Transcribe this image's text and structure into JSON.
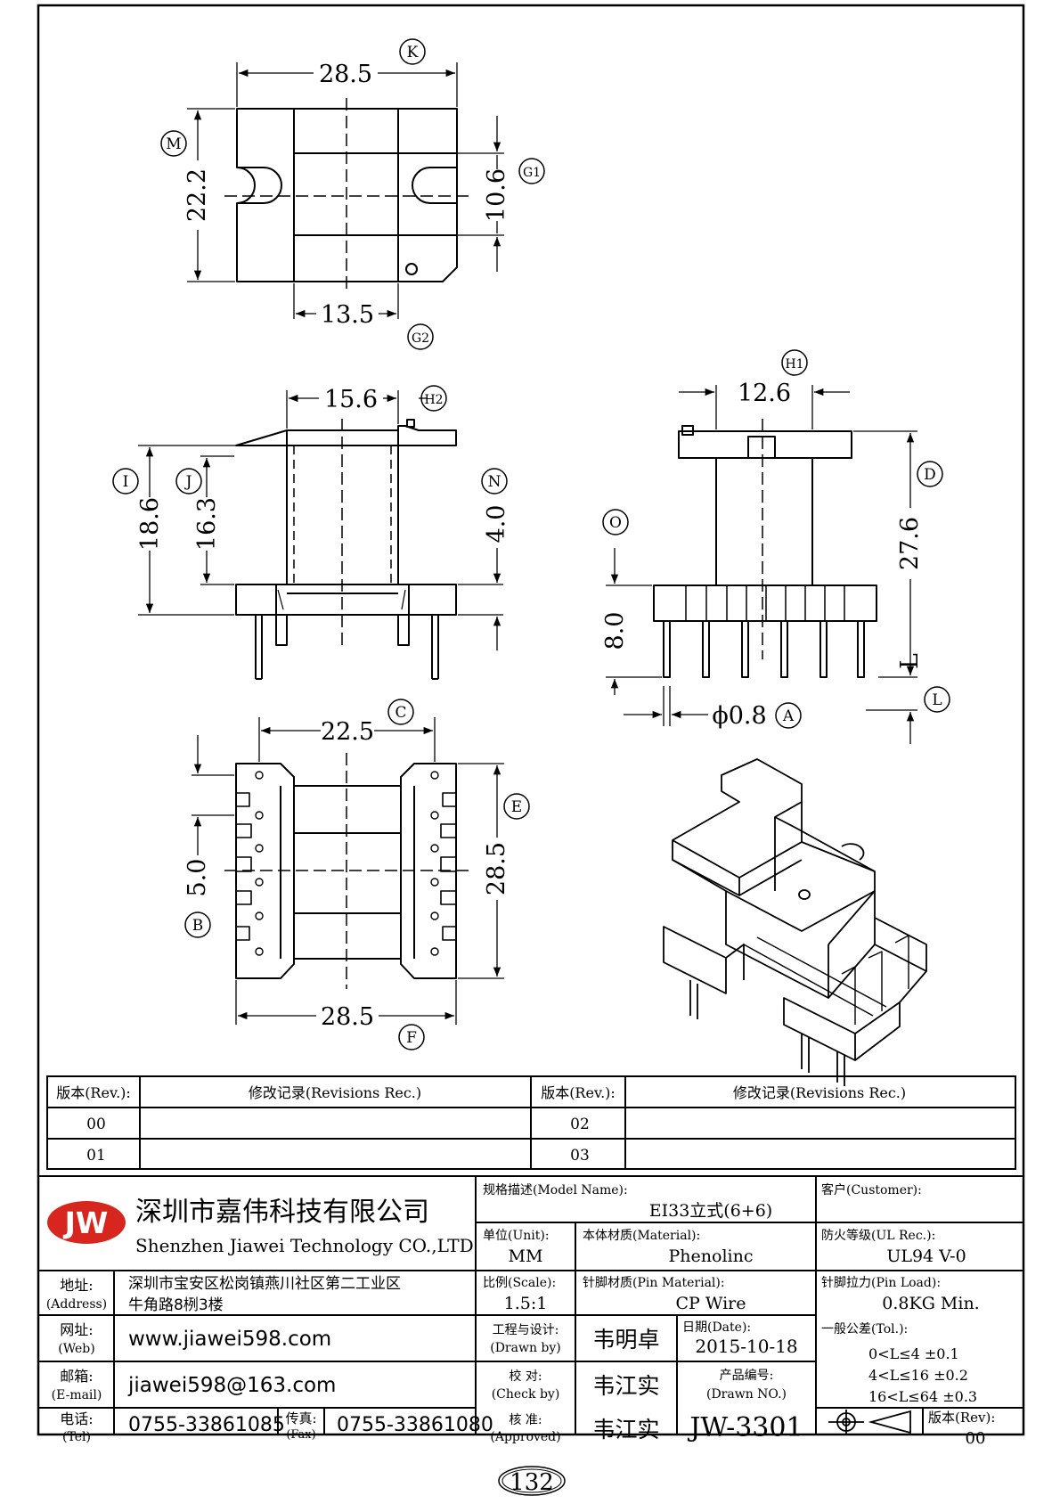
{
  "dimensions": {
    "K": "28.5",
    "M": "22.2",
    "G1": "10.6",
    "G2": "13.5",
    "H2": "15.6",
    "I": "18.6",
    "J": "16.3",
    "N": "4.0",
    "H1": "12.6",
    "D": "27.6",
    "O": "8.0",
    "L": "L",
    "A": "ϕ0.8",
    "C": "22.5",
    "B": "5.0",
    "E": "28.5",
    "F": "28.5"
  },
  "callouts": [
    "K",
    "M",
    "G1",
    "G2",
    "H2",
    "I",
    "J",
    "N",
    "H1",
    "D",
    "O",
    "L",
    "A",
    "C",
    "B",
    "E",
    "F"
  ],
  "revisions": {
    "rev_label": "版本(Rev.):",
    "rec_label": "修改记录(Revisions Rec.)",
    "left_revs": [
      "00",
      "01"
    ],
    "right_revs": [
      "02",
      "03"
    ]
  },
  "company": {
    "logo": "JW",
    "name_cn": "深圳市嘉伟科技有限公司",
    "name_en": "Shenzhen Jiawei Technology CO.,LTD",
    "address_label_cn": "地址:",
    "address_label_en": "(Address)",
    "address_line1": "深圳市宝安区松岗镇燕川社区第二工业区",
    "address_line2": "牛角路8栵3楼",
    "web_label_cn": "网址:",
    "web_label_en": "(Web)",
    "web": "www.jiawei598.com",
    "email_label_cn": "邮箱:",
    "email_label_en": "(E-mail)",
    "email": "jiawei598@163.com",
    "tel_label_cn": "电话:",
    "tel_label_en": "(Tel)",
    "tel": "0755-33861085",
    "fax_label_cn": "传真:",
    "fax_label_en": "(Fax)",
    "fax": "0755-33861080"
  },
  "spec": {
    "model_label": "规格描述(Model Name):",
    "model": "EI33立式(6+6)",
    "customer_label": "客户(Customer):",
    "customer": "",
    "unit_label": "单位(Unit):",
    "unit": "MM",
    "material_label": "本体材质(Material):",
    "material": "Phenolinc",
    "ul_label": "防火等级(UL Rec.):",
    "ul": "UL94 V-0",
    "scale_label": "比例(Scale):",
    "scale": "1.5:1",
    "pin_material_label": "针脚材质(Pin Material):",
    "pin_material": "CP Wire",
    "pin_load_label": "针脚拉力(Pin Load):",
    "pin_load": "0.8KG Min.",
    "drawn_label_cn": "工程与设计:",
    "drawn_label_en": "(Drawn by)",
    "drawn_by": "韦明卓",
    "date_label": "日期(Date):",
    "date": "2015-10-18",
    "check_label_cn": "校    对:",
    "check_label_en": "(Check by)",
    "check_by": "韦江实",
    "product_no_label_cn": "产品编号:",
    "product_no_label_en": "(Drawn NO.)",
    "approve_label_cn": "核    准:",
    "approve_label_en": "(Approved)",
    "approved_by": "韦江实",
    "product_no": "JW-3301",
    "tol_label": "一般公差(Tol.):",
    "tol": [
      "0<L≤4    ±0.1",
      "4<L≤16   ±0.2",
      "16<L≤64  ±0.3"
    ],
    "rev_label": "版本(Rev):",
    "rev": "00"
  },
  "page_number": "132"
}
